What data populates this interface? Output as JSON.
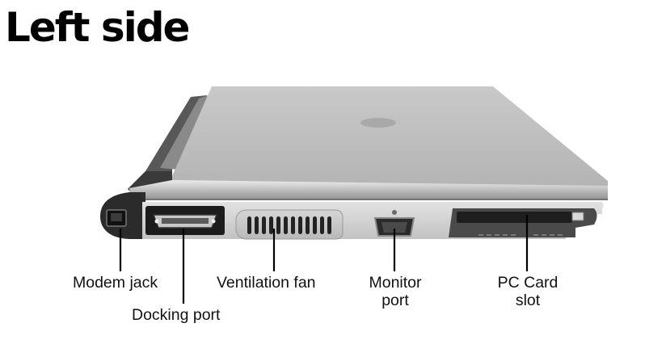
{
  "page": {
    "title": "Left side"
  },
  "labels": {
    "modem_jack": "Modem jack",
    "docking_port": "Docking port",
    "ventilation_fan": "Ventilation fan",
    "monitor_port": [
      "Monitor",
      "port"
    ],
    "pc_card_slot": [
      "PC Card",
      "slot"
    ]
  }
}
